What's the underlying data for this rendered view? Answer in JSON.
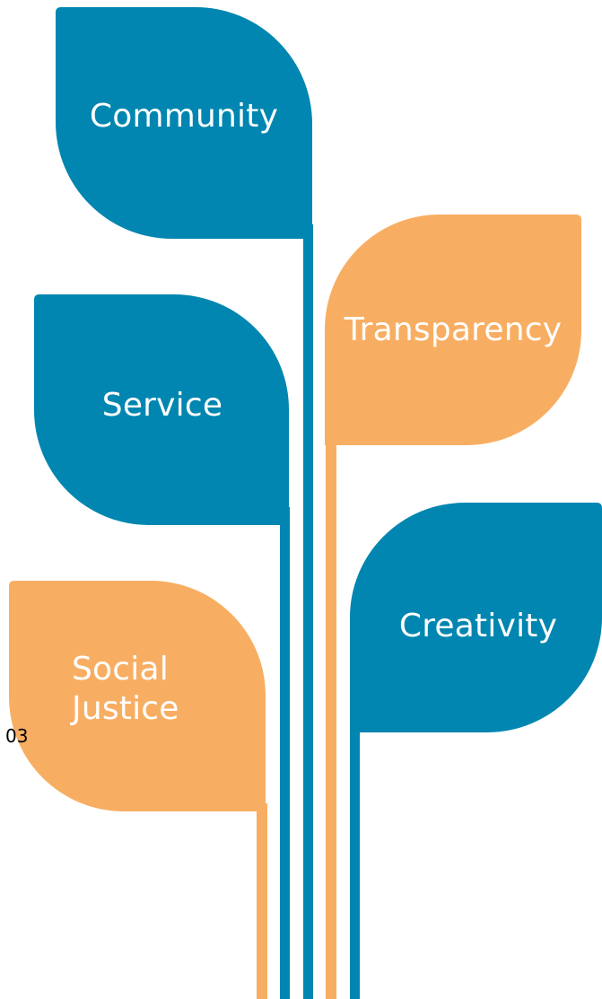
{
  "colors": {
    "blue": "#0086b0",
    "orange": "#f8ae62",
    "text": "#ffffff",
    "page_number": "#000000"
  },
  "leaves": {
    "community": {
      "label": "Community",
      "color": "blue"
    },
    "service": {
      "label": "Service",
      "color": "blue"
    },
    "transparency": {
      "label": "Transparency",
      "color": "orange"
    },
    "creativity": {
      "label": "Creativity",
      "color": "blue"
    },
    "social_justice": {
      "line1": "Social",
      "line2": "Justice",
      "color": "orange"
    }
  },
  "page_number": "03"
}
